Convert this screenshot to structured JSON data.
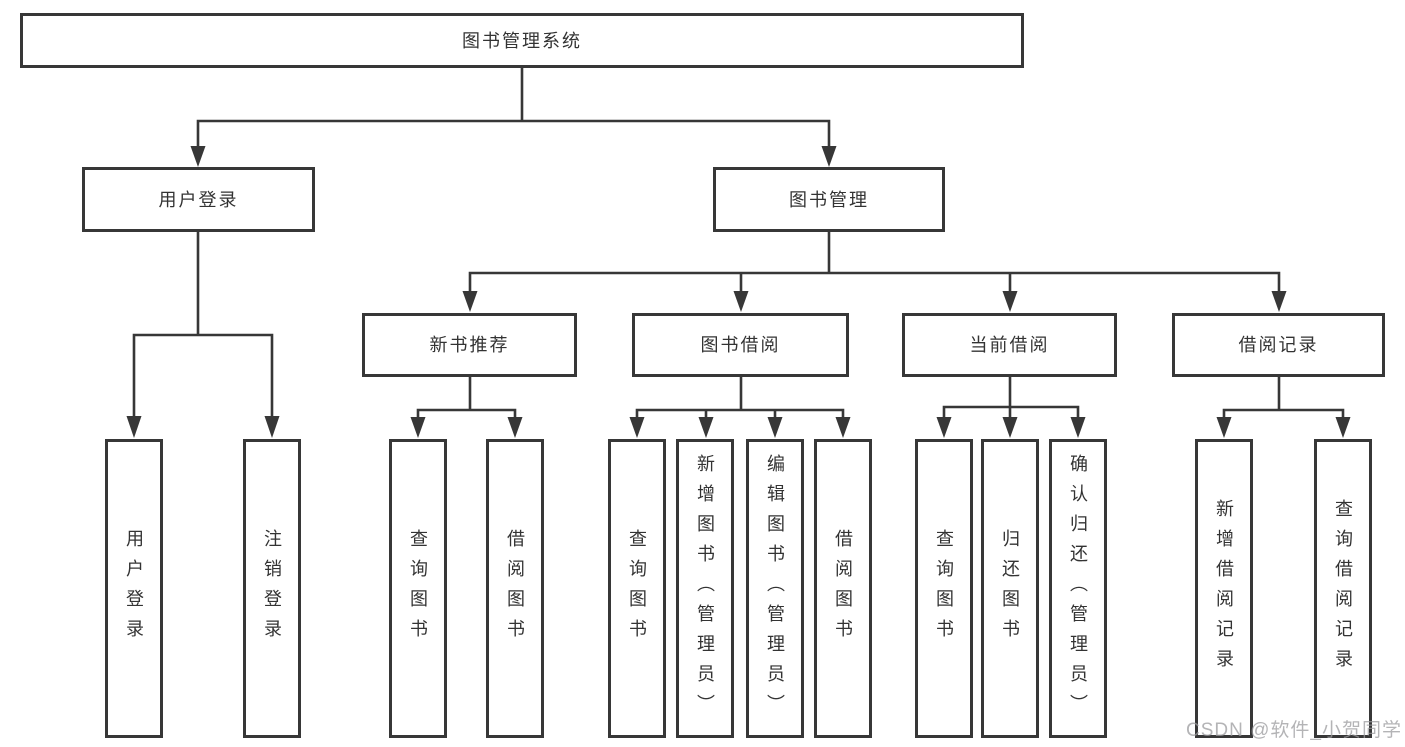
{
  "diagram_title": "图书管理系统",
  "nodes": {
    "root": "图书管理系统",
    "user_login": "用户登录",
    "book_mgmt": "图书管理",
    "new_book_rec": "新书推荐",
    "book_borrow": "图书借阅",
    "current_borrow": "当前借阅",
    "borrow_record": "借阅记录",
    "leaf_user_login": "用户登录",
    "leaf_logout": "注销登录",
    "leaf_nbr_query": "查询图书",
    "leaf_nbr_borrow": "借阅图书",
    "leaf_bb_query": "查询图书",
    "leaf_bb_add": "新增图书（管理员）",
    "leaf_bb_edit": "编辑图书（管理员）",
    "leaf_bb_borrow": "借阅图书",
    "leaf_cb_query": "查询图书",
    "leaf_cb_return": "归还图书",
    "leaf_cb_confirm": "确认归还（管理员）",
    "leaf_br_add": "新增借阅记录",
    "leaf_br_query": "查询借阅记录"
  },
  "hierarchy": {
    "root": [
      "user_login",
      "book_mgmt"
    ],
    "user_login": [
      "leaf_user_login",
      "leaf_logout"
    ],
    "book_mgmt": [
      "new_book_rec",
      "book_borrow",
      "current_borrow",
      "borrow_record"
    ],
    "new_book_rec": [
      "leaf_nbr_query",
      "leaf_nbr_borrow"
    ],
    "book_borrow": [
      "leaf_bb_query",
      "leaf_bb_add",
      "leaf_bb_edit",
      "leaf_bb_borrow"
    ],
    "current_borrow": [
      "leaf_cb_query",
      "leaf_cb_return",
      "leaf_cb_confirm"
    ],
    "borrow_record": [
      "leaf_br_add",
      "leaf_br_query"
    ]
  },
  "watermark": "CSDN @软件_小贺同学",
  "colors": {
    "line": "#373737",
    "text": "#333333",
    "box_background": "#ffffff",
    "page_background": "#ffffff",
    "watermark": "#9b9b9e"
  }
}
